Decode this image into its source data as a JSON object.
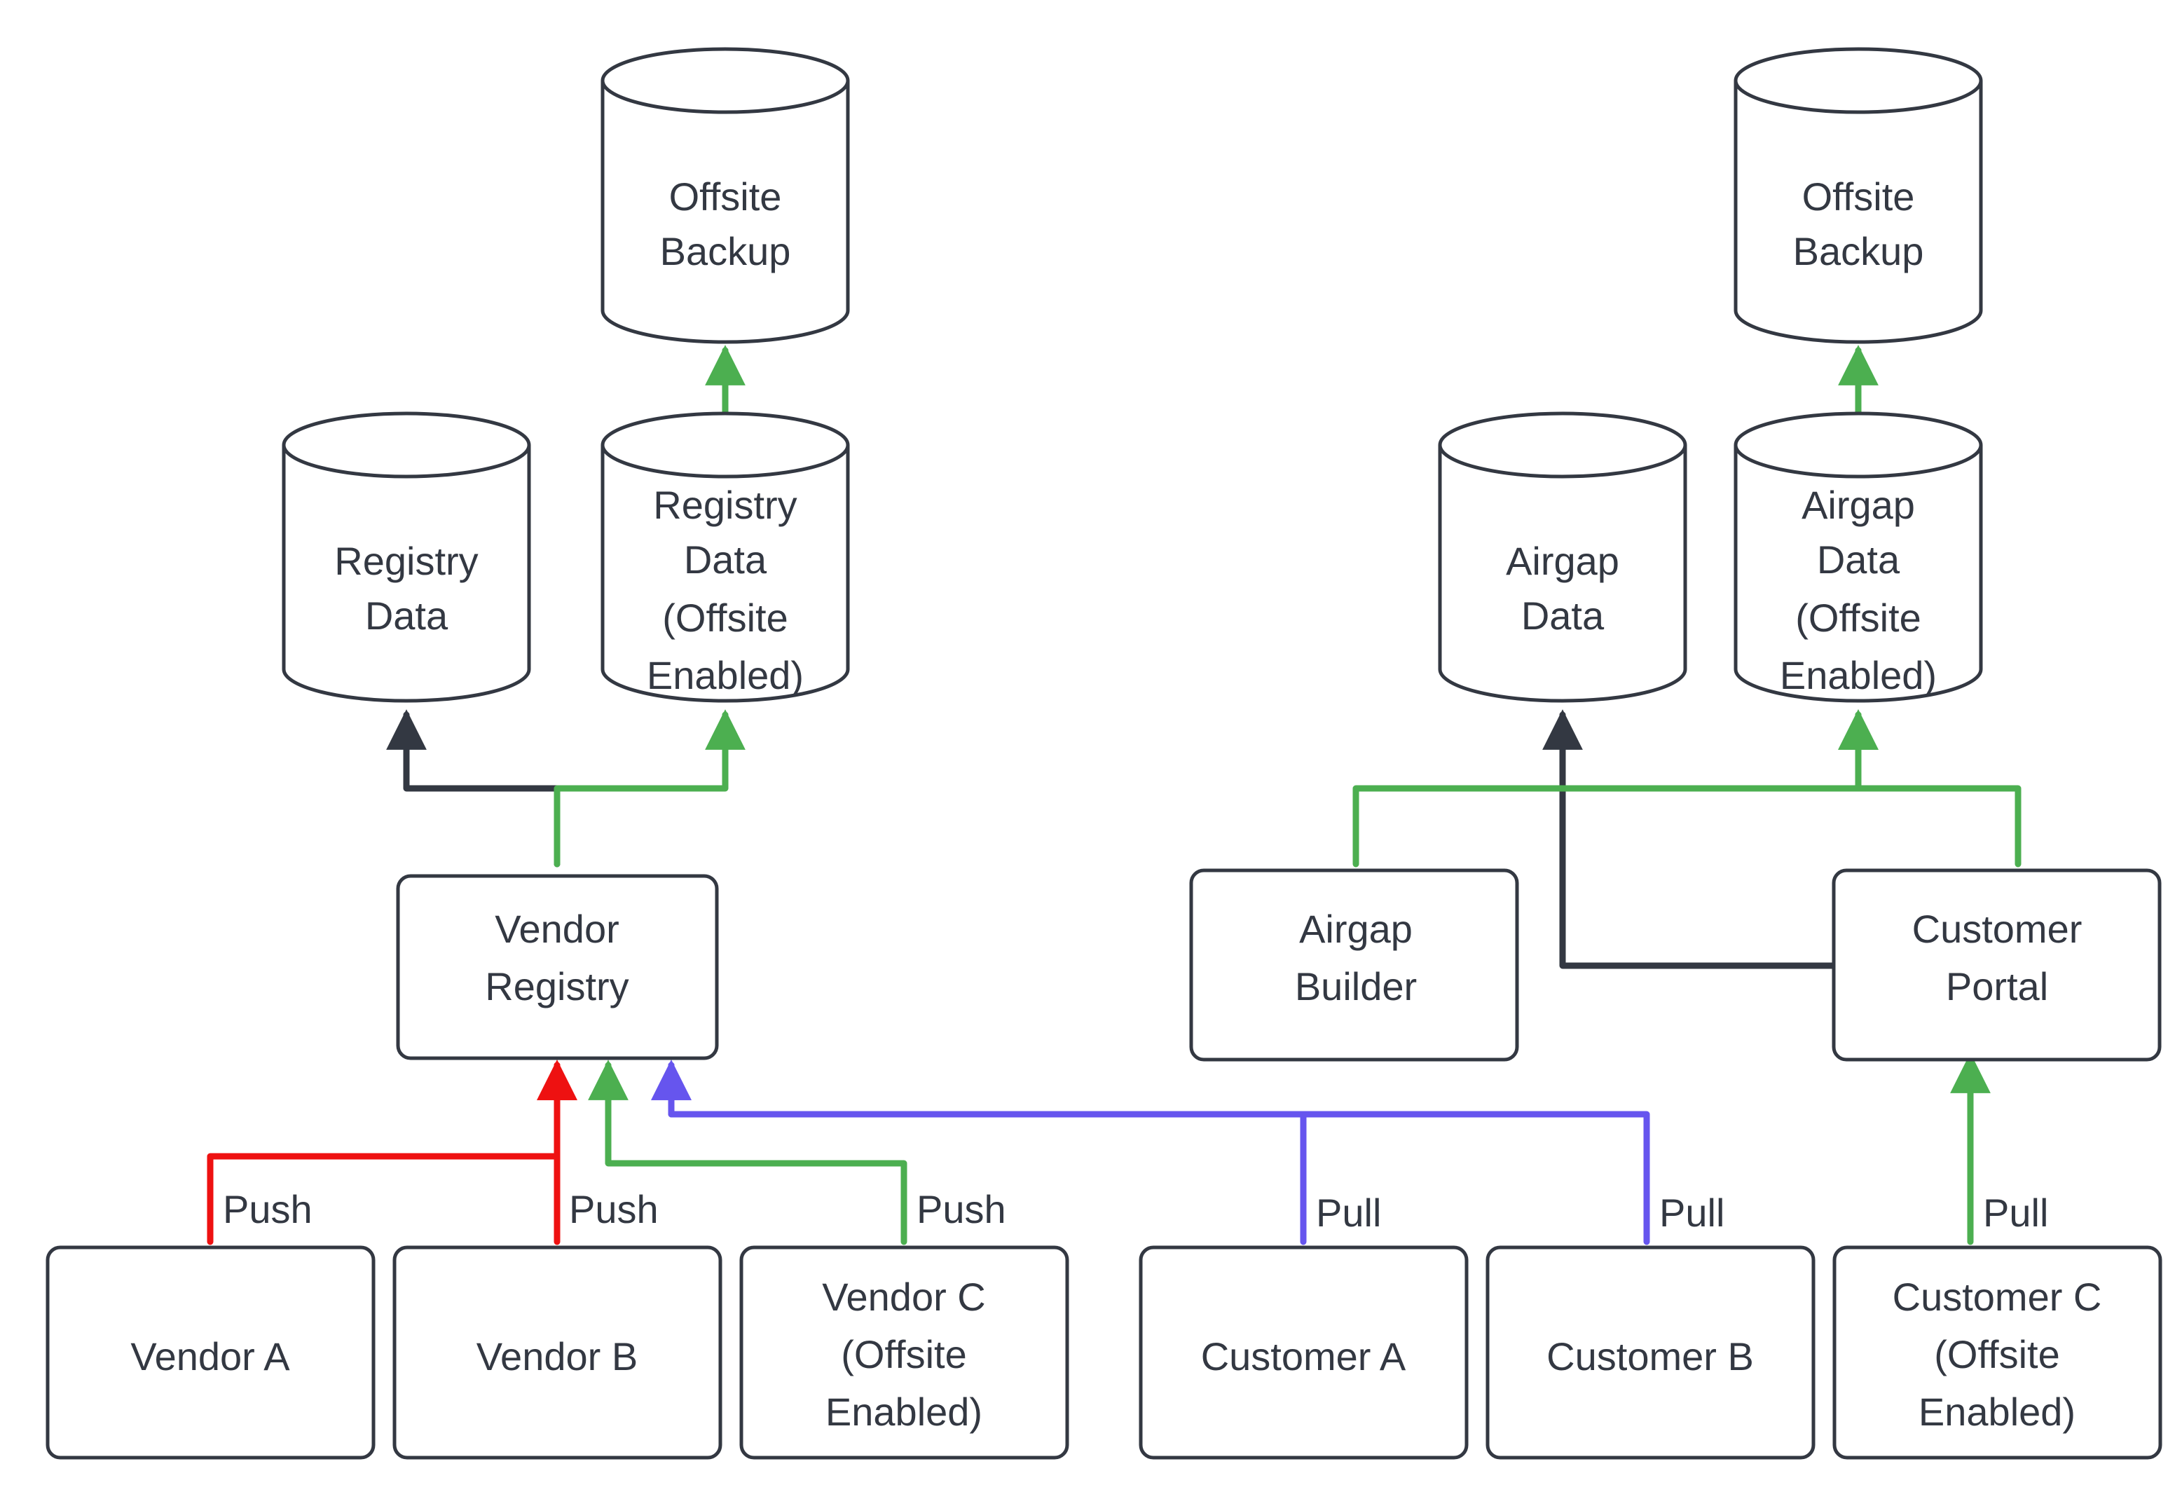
{
  "diagram": {
    "type": "flowchart",
    "direction": "bottom-to-top",
    "background": "#ffffff",
    "palette": {
      "node_stroke": "#333842",
      "node_fill": "#ffffff",
      "text": "#333842",
      "edge_dark": "#333842",
      "edge_green": "#4caf50",
      "edge_red": "#ee1111",
      "edge_purple": "#6655ee"
    },
    "clusters": [
      {
        "id": "vendor-side",
        "side": "left"
      },
      {
        "id": "customer-side",
        "side": "right"
      }
    ],
    "nodes": [
      {
        "id": "offsite-backup-left",
        "label": "Offsite\nBackup",
        "shape": "cylinder",
        "line1": "Offsite",
        "line2": "Backup",
        "line3": "",
        "line4": ""
      },
      {
        "id": "registry-data",
        "label": "Registry\nData",
        "shape": "cylinder",
        "line1": "Registry",
        "line2": "Data",
        "line3": "",
        "line4": ""
      },
      {
        "id": "registry-data-offsite",
        "label": "Registry\nData\n(Offsite\nEnabled)",
        "shape": "cylinder",
        "line1": "Registry",
        "line2": "Data",
        "line3": "(Offsite",
        "line4": "Enabled)"
      },
      {
        "id": "vendor-registry",
        "label": "Vendor\nRegistry",
        "shape": "box",
        "line1": "Vendor",
        "line2": "Registry",
        "line3": "",
        "line4": ""
      },
      {
        "id": "vendor-a",
        "label": "Vendor A",
        "shape": "box",
        "line1": "Vendor A",
        "line2": "",
        "line3": "",
        "line4": ""
      },
      {
        "id": "vendor-b",
        "label": "Vendor B",
        "shape": "box",
        "line1": "Vendor B",
        "line2": "",
        "line3": "",
        "line4": ""
      },
      {
        "id": "vendor-c",
        "label": "Vendor C\n(Offsite\nEnabled)",
        "shape": "box",
        "line1": "Vendor C",
        "line2": "(Offsite",
        "line3": "Enabled)",
        "line4": ""
      },
      {
        "id": "offsite-backup-right",
        "label": "Offsite\nBackup",
        "shape": "cylinder",
        "line1": "Offsite",
        "line2": "Backup",
        "line3": "",
        "line4": ""
      },
      {
        "id": "airgap-data",
        "label": "Airgap\nData",
        "shape": "cylinder",
        "line1": "Airgap",
        "line2": "Data",
        "line3": "",
        "line4": ""
      },
      {
        "id": "airgap-data-offsite",
        "label": "Airgap\nData\n(Offsite\nEnabled)",
        "shape": "cylinder",
        "line1": "Airgap",
        "line2": "Data",
        "line3": "(Offsite",
        "line4": "Enabled)"
      },
      {
        "id": "airgap-builder",
        "label": "Airgap\nBuilder",
        "shape": "box",
        "line1": "Airgap",
        "line2": "Builder",
        "line3": "",
        "line4": ""
      },
      {
        "id": "customer-portal",
        "label": "Customer\nPortal",
        "shape": "box",
        "line1": "Customer",
        "line2": "Portal",
        "line3": "",
        "line4": ""
      },
      {
        "id": "customer-a",
        "label": "Customer A",
        "shape": "box",
        "line1": "Customer A",
        "line2": "",
        "line3": "",
        "line4": ""
      },
      {
        "id": "customer-b",
        "label": "Customer B",
        "shape": "box",
        "line1": "Customer B",
        "line2": "",
        "line3": "",
        "line4": ""
      },
      {
        "id": "customer-c",
        "label": "Customer C\n(Offsite\nEnabled)",
        "shape": "box",
        "line1": "Customer C",
        "line2": "(Offsite",
        "line3": "Enabled)",
        "line4": ""
      }
    ],
    "edges": [
      {
        "id": "e-vendor-a-push",
        "from": "vendor-a",
        "to": "vendor-registry",
        "label": "Push",
        "color": "#ee1111"
      },
      {
        "id": "e-vendor-b-push",
        "from": "vendor-b",
        "to": "vendor-registry",
        "label": "Push",
        "color": "#ee1111"
      },
      {
        "id": "e-vendor-c-push",
        "from": "vendor-c",
        "to": "vendor-registry",
        "label": "Push",
        "color": "#4caf50"
      },
      {
        "id": "e-customer-a-pull",
        "from": "customer-a",
        "to": "vendor-registry",
        "label": "Pull",
        "color": "#6655ee"
      },
      {
        "id": "e-customer-b-pull",
        "from": "customer-b",
        "to": "vendor-registry",
        "label": "Pull",
        "color": "#6655ee"
      },
      {
        "id": "e-customer-c-pull",
        "from": "customer-c",
        "to": "customer-portal",
        "label": "Pull",
        "color": "#4caf50"
      },
      {
        "id": "e-reg-to-data",
        "from": "vendor-registry",
        "to": "registry-data",
        "label": "",
        "color": "#333842"
      },
      {
        "id": "e-reg-to-data-offsite",
        "from": "vendor-registry",
        "to": "registry-data-offsite",
        "label": "",
        "color": "#4caf50"
      },
      {
        "id": "e-data-offsite-backup",
        "from": "registry-data-offsite",
        "to": "offsite-backup-left",
        "label": "",
        "color": "#4caf50"
      },
      {
        "id": "e-portal-to-airgap",
        "from": "customer-portal",
        "to": "airgap-data",
        "label": "",
        "color": "#333842"
      },
      {
        "id": "e-builder-to-airgap-off",
        "from": "airgap-builder",
        "to": "airgap-data-offsite",
        "label": "",
        "color": "#4caf50"
      },
      {
        "id": "e-portal-to-airgap-off",
        "from": "customer-portal",
        "to": "airgap-data-offsite",
        "label": "",
        "color": "#4caf50"
      },
      {
        "id": "e-airgap-offsite-backup",
        "from": "airgap-data-offsite",
        "to": "offsite-backup-right",
        "label": "",
        "color": "#4caf50"
      }
    ],
    "edge_labels": {
      "push_1": "Push",
      "push_2": "Push",
      "push_3": "Push",
      "pull_1": "Pull",
      "pull_2": "Pull",
      "pull_3": "Pull"
    }
  }
}
